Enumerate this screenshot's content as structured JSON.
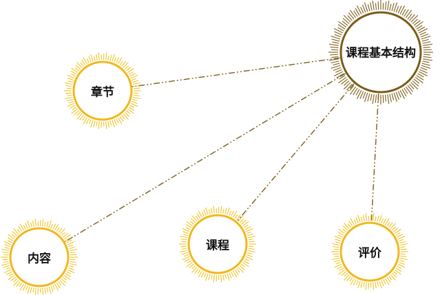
{
  "colors": {
    "center_ring": "#7a5c16",
    "center_rays": "#7a5c16",
    "child_ring": "#f2b71a",
    "child_rays": "#f2c21f",
    "connector": "#7a5c16"
  },
  "diagram": {
    "center": {
      "id": "center",
      "label": "课程基本结构"
    },
    "children": [
      {
        "id": "zhangjie",
        "label": "章节"
      },
      {
        "id": "neirong",
        "label": "内容"
      },
      {
        "id": "kecheng",
        "label": "课程"
      },
      {
        "id": "pingjia",
        "label": "评价"
      }
    ]
  }
}
